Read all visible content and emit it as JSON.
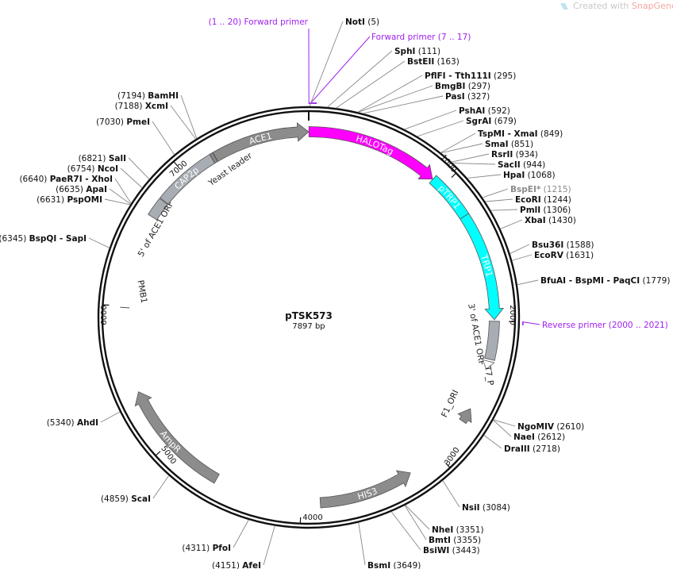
{
  "watermark": {
    "prefix": "Created with ",
    "brand": "SnapGene®",
    "brand_color": "#f4a8a0",
    "icon": "snapgene-logo-icon"
  },
  "plasmid": {
    "name": "pTSK573",
    "length_label": "7897 bp",
    "total_bp": 7897
  },
  "ticks": [
    {
      "bp": 1000,
      "label": "1000"
    },
    {
      "bp": 2000,
      "label": "2000"
    },
    {
      "bp": 3000,
      "label": "3000"
    },
    {
      "bp": 4000,
      "label": "4000"
    },
    {
      "bp": 5000,
      "label": "5000"
    },
    {
      "bp": 6000,
      "label": "6000"
    },
    {
      "bp": 7000,
      "label": "7000"
    }
  ],
  "primers": [
    {
      "label": "(1 .. 20)  Forward primer",
      "start": 1,
      "end": 20
    },
    {
      "label": "Forward primer  (7 .. 17)",
      "start": 7,
      "end": 17
    },
    {
      "label": "Reverse primer  (2000 .. 2021)",
      "start": 2000,
      "end": 2021
    }
  ],
  "primer_color": "#a020f0",
  "enzymes": [
    {
      "name": "NotI",
      "pos": 5
    },
    {
      "name": "SphI",
      "pos": 111
    },
    {
      "name": "BstEII",
      "pos": 163
    },
    {
      "name": "PflFI - Tth111I",
      "pos": 295
    },
    {
      "name": "BmgBI",
      "pos": 297
    },
    {
      "name": "PasI",
      "pos": 327
    },
    {
      "name": "PshAI",
      "pos": 592
    },
    {
      "name": "SgrAI",
      "pos": 679
    },
    {
      "name": "TspMI - XmaI",
      "pos": 849
    },
    {
      "name": "SmaI",
      "pos": 851
    },
    {
      "name": "RsrII",
      "pos": 934
    },
    {
      "name": "SacII",
      "pos": 944
    },
    {
      "name": "HpaI",
      "pos": 1068
    },
    {
      "name": "BspEI*",
      "pos": 1215,
      "gray": true
    },
    {
      "name": "EcoRI",
      "pos": 1244
    },
    {
      "name": "PmlI",
      "pos": 1306
    },
    {
      "name": "XbaI",
      "pos": 1430
    },
    {
      "name": "Bsu36I",
      "pos": 1588
    },
    {
      "name": "EcoRV",
      "pos": 1631
    },
    {
      "name": "BfuAI - BspMI - PaqCI",
      "pos": 1779
    },
    {
      "name": "NgoMIV",
      "pos": 2610
    },
    {
      "name": "NaeI",
      "pos": 2612
    },
    {
      "name": "DraIII",
      "pos": 2718
    },
    {
      "name": "NsiI",
      "pos": 3084
    },
    {
      "name": "NheI",
      "pos": 3351
    },
    {
      "name": "BmtI",
      "pos": 3355
    },
    {
      "name": "BsiWI",
      "pos": 3443
    },
    {
      "name": "BsmI",
      "pos": 3649
    },
    {
      "name": "AfeI",
      "pos": 4151
    },
    {
      "name": "PfoI",
      "pos": 4311
    },
    {
      "name": "ScaI",
      "pos": 4859
    },
    {
      "name": "AhdI",
      "pos": 5340
    },
    {
      "name": "BspQI - SapI",
      "pos": 6345
    },
    {
      "name": "PspOMI",
      "pos": 6631
    },
    {
      "name": "ApaI",
      "pos": 6635
    },
    {
      "name": "PaeR7I - XhoI",
      "pos": 6640
    },
    {
      "name": "NcoI",
      "pos": 6754
    },
    {
      "name": "SalI",
      "pos": 6821
    },
    {
      "name": "PmeI",
      "pos": 7030
    },
    {
      "name": "XcmI",
      "pos": 7188
    },
    {
      "name": "BamHI",
      "pos": 7194
    }
  ],
  "features": [
    {
      "name": "HALOTag",
      "start": 1,
      "end": 917,
      "color": "#ff00ff",
      "shape": "arrow-cw"
    },
    {
      "name": "pTRP1",
      "start": 920,
      "end": 1250,
      "color": "#00ffff",
      "shape": "box"
    },
    {
      "name": "TRP1",
      "start": 1250,
      "end": 1990,
      "color": "#00ffff",
      "shape": "arrow-cw"
    },
    {
      "name": "3' of ACE1 ORF",
      "start": 2000,
      "end": 2260,
      "color": "#a8adb4",
      "shape": "box"
    },
    {
      "name": "T7_P",
      "start": 2275,
      "end": 2330,
      "color": "#ffffff",
      "shape": "arrow-cw"
    },
    {
      "name": "F1_ORI",
      "start": 2620,
      "end": 2720,
      "color": "#8c8c8c",
      "shape": "arrow-ccw"
    },
    {
      "name": "HIS3",
      "start": 3220,
      "end": 3870,
      "color": "#8c8c8c",
      "shape": "arrow-ccw"
    },
    {
      "name": "AmpR",
      "start": 4600,
      "end": 5405,
      "color": "#8c8c8c",
      "shape": "arrow-cw"
    },
    {
      "name": "PMB1",
      "start": 5990,
      "end": 5990,
      "color": "#555555",
      "shape": "mark"
    },
    {
      "name": "5' of ACE1 ORF",
      "start": 6640,
      "end": 6770,
      "color": "#a8adb4",
      "shape": "box"
    },
    {
      "name": "CAP2p",
      "start": 6775,
      "end": 7210,
      "color": "#a8adb4",
      "shape": "box"
    },
    {
      "name": "Yeast leader",
      "start": 7212,
      "end": 7232,
      "color": "#8c8c8c",
      "shape": "box"
    },
    {
      "name": "ACE1",
      "start": 7235,
      "end": 7897,
      "color": "#8c8c8c",
      "shape": "arrow-cw"
    }
  ]
}
